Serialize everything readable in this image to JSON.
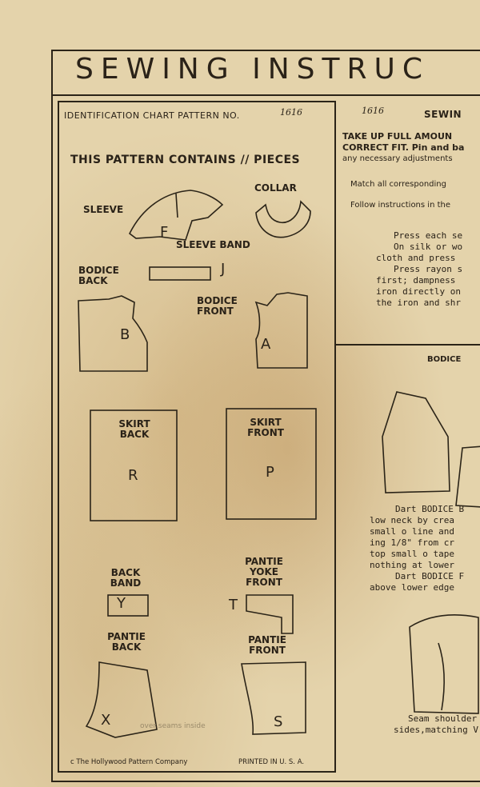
{
  "title": "SEWING INSTRUC",
  "left_panel": {
    "id_chart": "IDENTIFICATION CHART PATTERN NO.",
    "pattern_no": "1616",
    "contains": "THIS PATTERN CONTAINS // PIECES",
    "pieces": [
      {
        "label": "SLEEVE",
        "letter": "F"
      },
      {
        "label": "COLLAR",
        "letter": ""
      },
      {
        "label": "SLEEVE BAND",
        "letter": "J"
      },
      {
        "label": "BODICE BACK",
        "letter": "B"
      },
      {
        "label": "BODICE FRONT",
        "letter": "A"
      },
      {
        "label": "SKIRT BACK",
        "letter": "R"
      },
      {
        "label": "SKIRT FRONT",
        "letter": "P"
      },
      {
        "label": "BACK BAND",
        "letter": "Y"
      },
      {
        "label": "PANTIE YOKE FRONT",
        "letter": "T"
      },
      {
        "label": "PANTIE BACK",
        "letter": "X"
      },
      {
        "label": "PANTIE FRONT",
        "letter": "S"
      }
    ],
    "footer_left": "c The Hollywood Pattern Company",
    "footer_right": "PRINTED IN U. S. A."
  },
  "right_panel": {
    "number": "1616",
    "heading": "SEWIN",
    "intro": [
      "TAKE UP FULL AMOUN",
      "CORRECT FIT. Pin and ba",
      "any necessary adjustments"
    ],
    "match": "Match all corresponding",
    "follow": "Follow instructions in the",
    "press": [
      "Press each se",
      "On silk or wo",
      "cloth and press",
      "Press rayon s",
      "first; dampness",
      "iron directly on",
      "the iron and shr"
    ],
    "section": "BODICE",
    "dart_text": [
      "Dart BODICE B",
      "low neck by crea",
      "small o line and",
      "ing 1/8\" from cr",
      "top small o tape",
      "nothing at lower",
      "Dart BODICE F",
      "above lower edge"
    ],
    "seam_text": [
      "Seam shoulder",
      "sides,matching V"
    ],
    "faint_text": "over seams inside"
  }
}
